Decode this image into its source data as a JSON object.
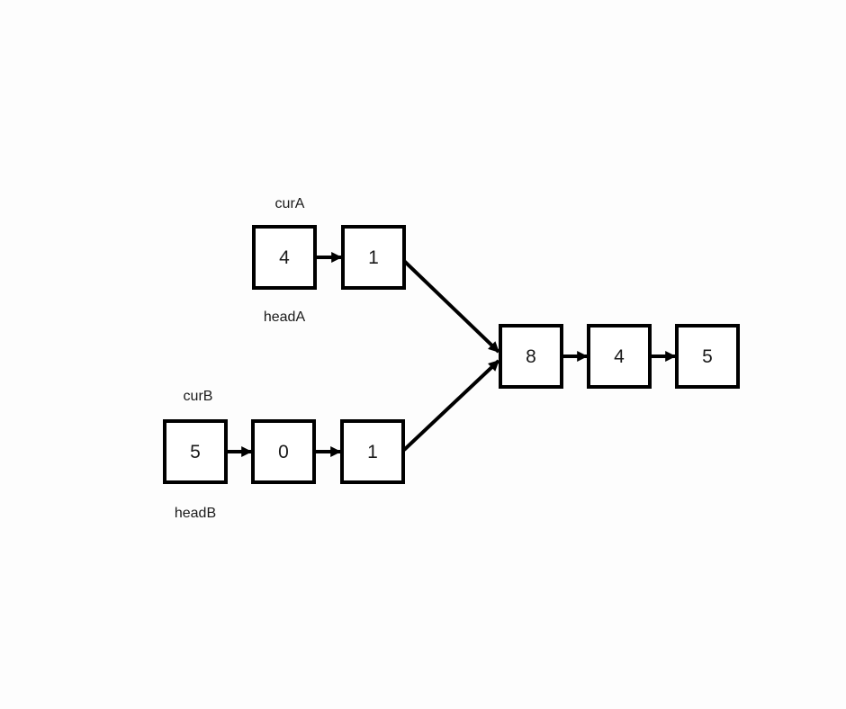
{
  "diagram": {
    "type": "linked-list-intersection",
    "colors": {
      "background": "#fdfdfd",
      "node_fill": "#ffffff",
      "stroke": "#000000",
      "text": "#1a1a1a"
    },
    "list_a": {
      "pointer_label": "curA",
      "head_label": "headA",
      "nodes": [
        "4",
        "1"
      ]
    },
    "list_b": {
      "pointer_label": "curB",
      "head_label": "headB",
      "nodes": [
        "5",
        "0",
        "1"
      ]
    },
    "merged_list": {
      "nodes": [
        "8",
        "4",
        "5"
      ]
    },
    "edges": [
      {
        "from": "a0",
        "to": "a1"
      },
      {
        "from": "a1",
        "to": "m0"
      },
      {
        "from": "b0",
        "to": "b1"
      },
      {
        "from": "b1",
        "to": "b2"
      },
      {
        "from": "b2",
        "to": "m0"
      },
      {
        "from": "m0",
        "to": "m1"
      },
      {
        "from": "m1",
        "to": "m2"
      }
    ]
  }
}
